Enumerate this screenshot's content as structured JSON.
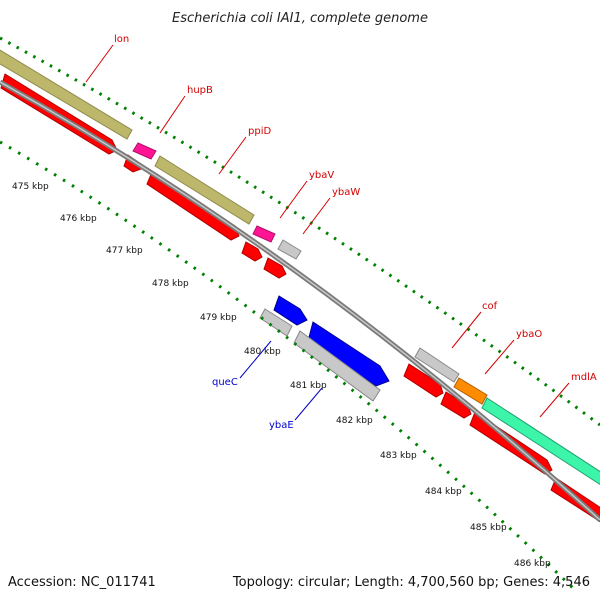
{
  "title": "Escherichia coli IAI1, complete genome",
  "accession_text": "Accession: NC_011741",
  "topology_text": "Topology: circular; Length: 4,700,560 bp; Genes: 4,546",
  "ticks": [
    "475 kbp",
    "476 kbp",
    "477 kbp",
    "478 kbp",
    "479 kbp",
    "480 kbp",
    "481 kbp",
    "482 kbp",
    "483 kbp",
    "484 kbp",
    "485 kbp",
    "486 kbp"
  ],
  "genes": {
    "lon": "lon",
    "hupB": "hupB",
    "ppiD": "ppiD",
    "ybaV": "ybaV",
    "ybaW": "ybaW",
    "cof": "cof",
    "ybaO": "ybaO",
    "mdlA": "mdlA",
    "queC": "queC",
    "ybaE": "ybaE"
  },
  "colors": {
    "cds": "#ff0000",
    "gene_olive": "#bdb76b",
    "trna_magenta": "#ff1493",
    "gray": "#c8c8c8",
    "blue_reverse": "#0000ff",
    "orange": "#ff8c00",
    "aquamarine": "#3cf5a8",
    "dots": "#008000",
    "label_forward": "#d40000",
    "label_reverse": "#0000cc"
  }
}
